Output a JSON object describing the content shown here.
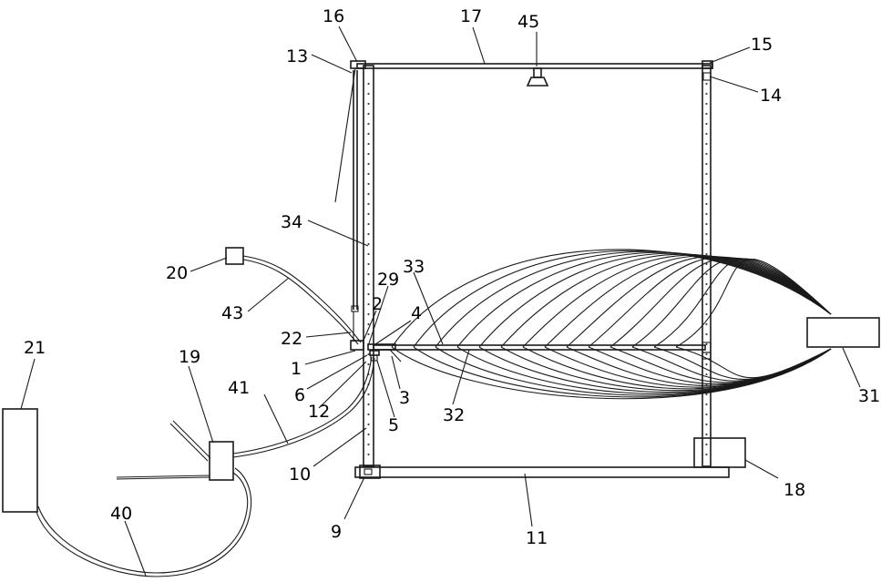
{
  "labels": {
    "l16": "16",
    "l17": "17",
    "l45": "45",
    "l15": "15",
    "l13": "13",
    "l14": "14",
    "l34": "34",
    "l20": "20",
    "l29": "29",
    "l33": "33",
    "l43": "43",
    "l2": "2",
    "l4": "4",
    "l22": "22",
    "l21": "21",
    "l19": "19",
    "l1": "1",
    "l6": "6",
    "l3": "3",
    "l12": "12",
    "l5": "5",
    "l41": "41",
    "l32": "32",
    "l31": "31",
    "l10": "10",
    "l18": "18",
    "l40": "40",
    "l9": "9",
    "l11": "11"
  }
}
